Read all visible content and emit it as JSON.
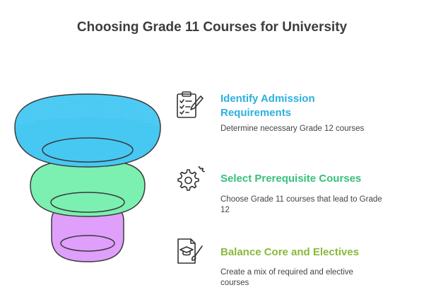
{
  "title": "Choosing Grade 11 Courses for University",
  "steps": [
    {
      "title_line1": "Identify Admission",
      "title_line2": "Requirements",
      "desc_line1": "Determine necessary Grade 12 courses",
      "desc_line2": "",
      "color": "#2bb1de",
      "layer_color": "#46c8f3",
      "icon": "clipboard-checklist-icon"
    },
    {
      "title_line1": "Select Prerequisite Courses",
      "title_line2": "",
      "desc_line1": "Choose Grade 11 courses that lead to Grade",
      "desc_line2": "12",
      "color": "#37c07a",
      "layer_color": "#7bf0b0",
      "icon": "gears-icon"
    },
    {
      "title_line1": "Balance Core and Electives",
      "title_line2": "",
      "desc_line1": "Create a mix of required and elective",
      "desc_line2": "courses",
      "color": "#8ab83c",
      "layer_color": "#df9ffb",
      "icon": "graduation-paint-icon"
    }
  ]
}
